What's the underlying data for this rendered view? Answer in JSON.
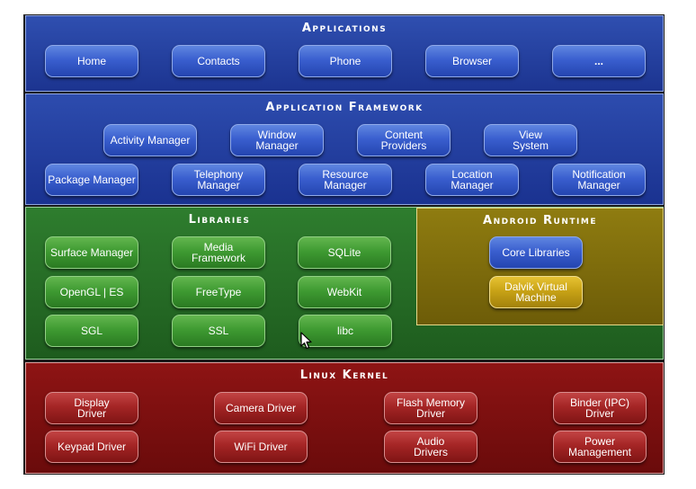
{
  "applications": {
    "title": "Applications",
    "items": [
      "Home",
      "Contacts",
      "Phone",
      "Browser",
      "..."
    ]
  },
  "framework": {
    "title": "Application Framework",
    "row1": [
      "Activity Manager",
      "Window\nManager",
      "Content\nProviders",
      "View\nSystem"
    ],
    "row2": [
      "Package Manager",
      "Telephony\nManager",
      "Resource\nManager",
      "Location\nManager",
      "Notification\nManager"
    ]
  },
  "libraries": {
    "title": "Libraries",
    "items": [
      "Surface Manager",
      "Media\nFramework",
      "SQLite",
      "OpenGL | ES",
      "FreeType",
      "WebKit",
      "SGL",
      "SSL",
      "libc"
    ]
  },
  "runtime": {
    "title": "Android Runtime",
    "items": [
      "Core Libraries",
      "Dalvik Virtual\nMachine"
    ]
  },
  "kernel": {
    "title": "Linux Kernel",
    "row1": [
      "Display\nDriver",
      "Camera Driver",
      "Flash Memory\nDriver",
      "Binder (IPC)\nDriver"
    ],
    "row2": [
      "Keypad Driver",
      "WiFi Driver",
      "Audio\nDrivers",
      "Power\nManagement"
    ]
  },
  "colors": {
    "applications": "#1c3490",
    "framework": "#1a3290",
    "libraries": "#1e5c1e",
    "runtime": "#6d5c08",
    "kernel": "#6a0b0b"
  },
  "icons": {
    "cursor": "mouse-pointer-icon"
  }
}
